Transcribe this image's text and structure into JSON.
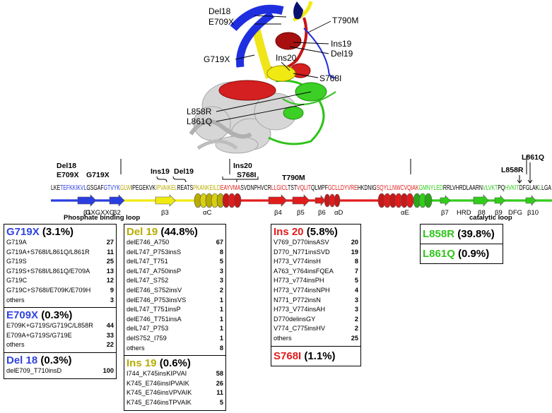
{
  "colors": {
    "blue": "#2a3ee0",
    "yellow": "#f1ea12",
    "olive": "#b8ad00",
    "red": "#e11c1c",
    "green": "#33cc1c",
    "grey": "#cfcfcf"
  },
  "structure_labels": {
    "del18": "Del18",
    "e709x": "E709X",
    "t790m": "T790M",
    "ins19": "Ins19",
    "del19": "Del19",
    "ins20": "Ins20",
    "g719x": "G719X",
    "s768i": "S768I",
    "l858r": "L858R",
    "l861q": "L861Q"
  },
  "sequence": {
    "top_labels": {
      "del18": "Del18",
      "e709x": "E709X",
      "g719x": "G719X",
      "ins19": "Ins19",
      "del19": "Del19",
      "ins20": "Ins20",
      "s768i": "S768I",
      "t790m": "T790M",
      "l861q": "L861Q",
      "l858r": "L858R"
    },
    "segments": [
      {
        "text": "LK",
        "color": "#000"
      },
      {
        "text": "E",
        "color": "#000"
      },
      {
        "text": "TEFKKIKVL",
        "color": "#2a3ee0"
      },
      {
        "text": "G",
        "color": "#000"
      },
      {
        "text": "SGAF",
        "color": "#000"
      },
      {
        "text": "GTVYK",
        "color": "#2a3ee0"
      },
      {
        "text": "GLW",
        "color": "#b8ad00"
      },
      {
        "text": "IPEGEKVK",
        "color": "#000"
      },
      {
        "text": "IPVAIKEL",
        "color": "#b8ad00"
      },
      {
        "text": "REATS",
        "color": "#000"
      },
      {
        "text": "PKANKEILD",
        "color": "#b8ad00"
      },
      {
        "text": "EAYVMA",
        "color": "#e11c1c"
      },
      {
        "text": "S",
        "color": "#000"
      },
      {
        "text": "VDNPHVCR",
        "color": "#000"
      },
      {
        "text": "LLGICL",
        "color": "#e11c1c"
      },
      {
        "text": "TST",
        "color": "#000"
      },
      {
        "text": "VQLIT",
        "color": "#e11c1c"
      },
      {
        "text": "QLMPF",
        "color": "#000"
      },
      {
        "text": "GCLLDYVRE",
        "color": "#e11c1c"
      },
      {
        "text": "HKDNIG",
        "color": "#000"
      },
      {
        "text": "SQYLLNWCVQIAK",
        "color": "#e11c1c"
      },
      {
        "text": "GMNYLED",
        "color": "#33cc1c"
      },
      {
        "text": "RRLV",
        "color": "#000"
      },
      {
        "text": "HRDLAARN",
        "color": "#000"
      },
      {
        "text": "VLVKT",
        "color": "#33cc1c"
      },
      {
        "text": "PQ",
        "color": "#000"
      },
      {
        "text": "HVKIT",
        "color": "#33cc1c"
      },
      {
        "text": "DFGLA",
        "color": "#000"
      },
      {
        "text": "K",
        "color": "#000"
      },
      {
        "text": "L",
        "color": "#33cc1c"
      },
      {
        "text": "LGA",
        "color": "#000"
      }
    ],
    "elements": {
      "b1": "β1",
      "gxgxxg": "GXGXXG",
      "b2": "β2",
      "b3": "β3",
      "ac": "αC",
      "b4": "β4",
      "b5": "β5",
      "b6": "β6",
      "ad": "αD",
      "ae": "αE",
      "b7": "β7",
      "hrd": "HRD",
      "b8": "β8",
      "b9": "β9",
      "dfg": "DFG",
      "b10": "β10"
    },
    "loops": {
      "phosphate": "Phosphate binding loop",
      "catalytic": "catalytic loop"
    }
  },
  "boxes": {
    "g719x": {
      "title": "G719X",
      "pct": "(3.1%)",
      "rows": [
        {
          "name": "G719A",
          "n": "27"
        },
        {
          "name": "G719A+S768I/L861Q/L861R",
          "n": "11"
        },
        {
          "name": "G719S",
          "n": "25"
        },
        {
          "name": "G719S+S768I/L861Q/E709A",
          "n": "13"
        },
        {
          "name": "G719C",
          "n": "12"
        },
        {
          "name": "G719C+S768I/E709K/E709H",
          "n": "9"
        },
        {
          "name": "others",
          "n": "3"
        }
      ]
    },
    "e709x": {
      "title": "E709X",
      "pct": "(0.3%)",
      "rows": [
        {
          "name": "E709K+G719S/G719C/L858R",
          "n": "44"
        },
        {
          "name": "E709A+G719S/G719E",
          "n": "33"
        },
        {
          "name": "others",
          "n": "22"
        }
      ]
    },
    "del18": {
      "title": "Del 18",
      "pct": "(0.3%)",
      "rows": [
        {
          "name": "delE709_T710insD",
          "n": "100"
        }
      ]
    },
    "del19": {
      "title": "Del 19",
      "pct": "(44.8%)",
      "rows": [
        {
          "name": "delE746_A750",
          "n": "67"
        },
        {
          "name": "delL747_P753insS",
          "n": "8"
        },
        {
          "name": "delL747_T751",
          "n": "5"
        },
        {
          "name": "delL747_A750insP",
          "n": "3"
        },
        {
          "name": "delL747_S752",
          "n": "3"
        },
        {
          "name": "delE746_S752insV",
          "n": "2"
        },
        {
          "name": "delE746_P753insVS",
          "n": "1"
        },
        {
          "name": "delL747_T751insP",
          "n": "1"
        },
        {
          "name": "delE746_T751insA",
          "n": "1"
        },
        {
          "name": "delL747_P753",
          "n": "1"
        },
        {
          "name": "delS752_I759",
          "n": "1"
        },
        {
          "name": "others",
          "n": "8"
        }
      ]
    },
    "ins19": {
      "title": "Ins 19",
      "pct": "(0.6%)",
      "rows": [
        {
          "name": "I744_K745insKIPVAI",
          "n": "58"
        },
        {
          "name": "K745_E746insIPVAIK",
          "n": "26"
        },
        {
          "name": "K745_E746insVPVAIK",
          "n": "11"
        },
        {
          "name": "K745_E746insTPVAIK",
          "n": "5"
        }
      ]
    },
    "ins20": {
      "title": "Ins 20",
      "pct": "(5.8%)",
      "rows": [
        {
          "name": "V769_D770insASV",
          "n": "20"
        },
        {
          "name": "D770_N771insSVD",
          "n": "19"
        },
        {
          "name": "H773_V774insH",
          "n": "8"
        },
        {
          "name": "A763_Y764insFQEA",
          "n": "7"
        },
        {
          "name": "H773_v774insPH",
          "n": "5"
        },
        {
          "name": "H773_V774insNPH",
          "n": "4"
        },
        {
          "name": "N771_P772insN",
          "n": "3"
        },
        {
          "name": "H773_V774insAH",
          "n": "3"
        },
        {
          "name": "D770delinsGY",
          "n": "2"
        },
        {
          "name": "V774_C775insHV",
          "n": "2"
        },
        {
          "name": "others",
          "n": "25"
        }
      ]
    },
    "s768i": {
      "title": "S768I",
      "pct": "(1.1%)"
    },
    "l858r": {
      "title": "L858R",
      "pct": "(39.8%)"
    },
    "l861q": {
      "title": "L861Q",
      "pct": "(0.9%)"
    }
  }
}
